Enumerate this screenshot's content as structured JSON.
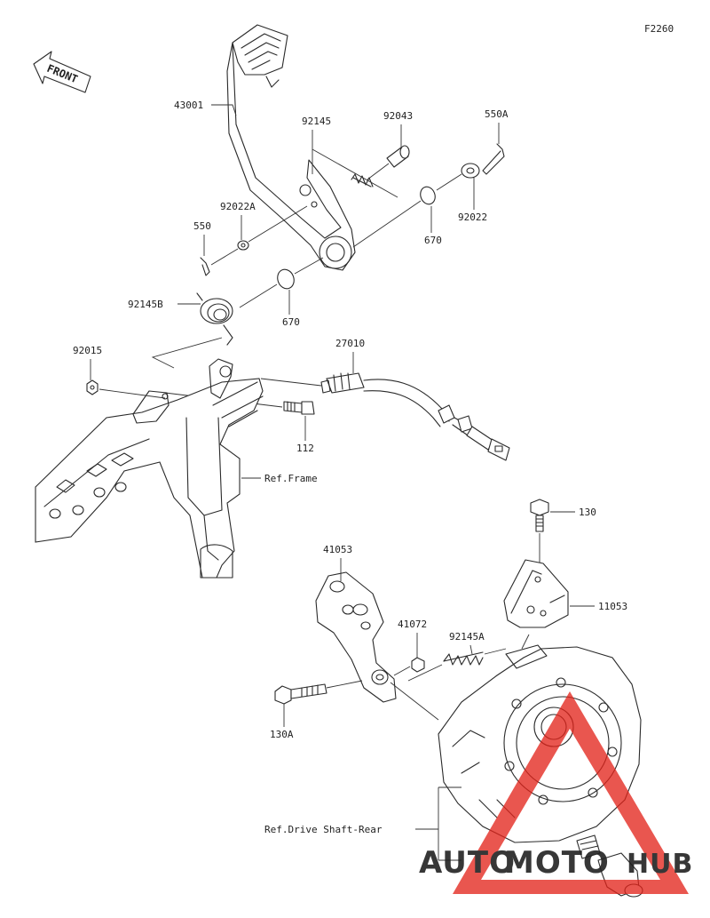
{
  "diagram_code": "F2260",
  "front_label": "FRONT",
  "parts": {
    "p43001": "43001",
    "p92145": "92145",
    "p92043": "92043",
    "p550A": "550A",
    "p92022A": "92022A",
    "p92022": "92022",
    "p550": "550",
    "p670a": "670",
    "p670b": "670",
    "p92145B": "92145B",
    "p27010": "27010",
    "p92015": "92015",
    "p112": "112",
    "p130": "130",
    "p41053": "41053",
    "p11053": "11053",
    "p41072": "41072",
    "p92145A": "92145A",
    "p130A": "130A"
  },
  "refs": {
    "frame": "Ref.Frame",
    "drive_shaft": "Ref.Drive Shaft-Rear"
  },
  "watermark": {
    "part1": "AUTO",
    "part2": "MOTO",
    "part3": "HUB",
    "color_red": "#e2231a",
    "color_orange": "#f39c12",
    "color_gray": "#9a9a9a"
  }
}
